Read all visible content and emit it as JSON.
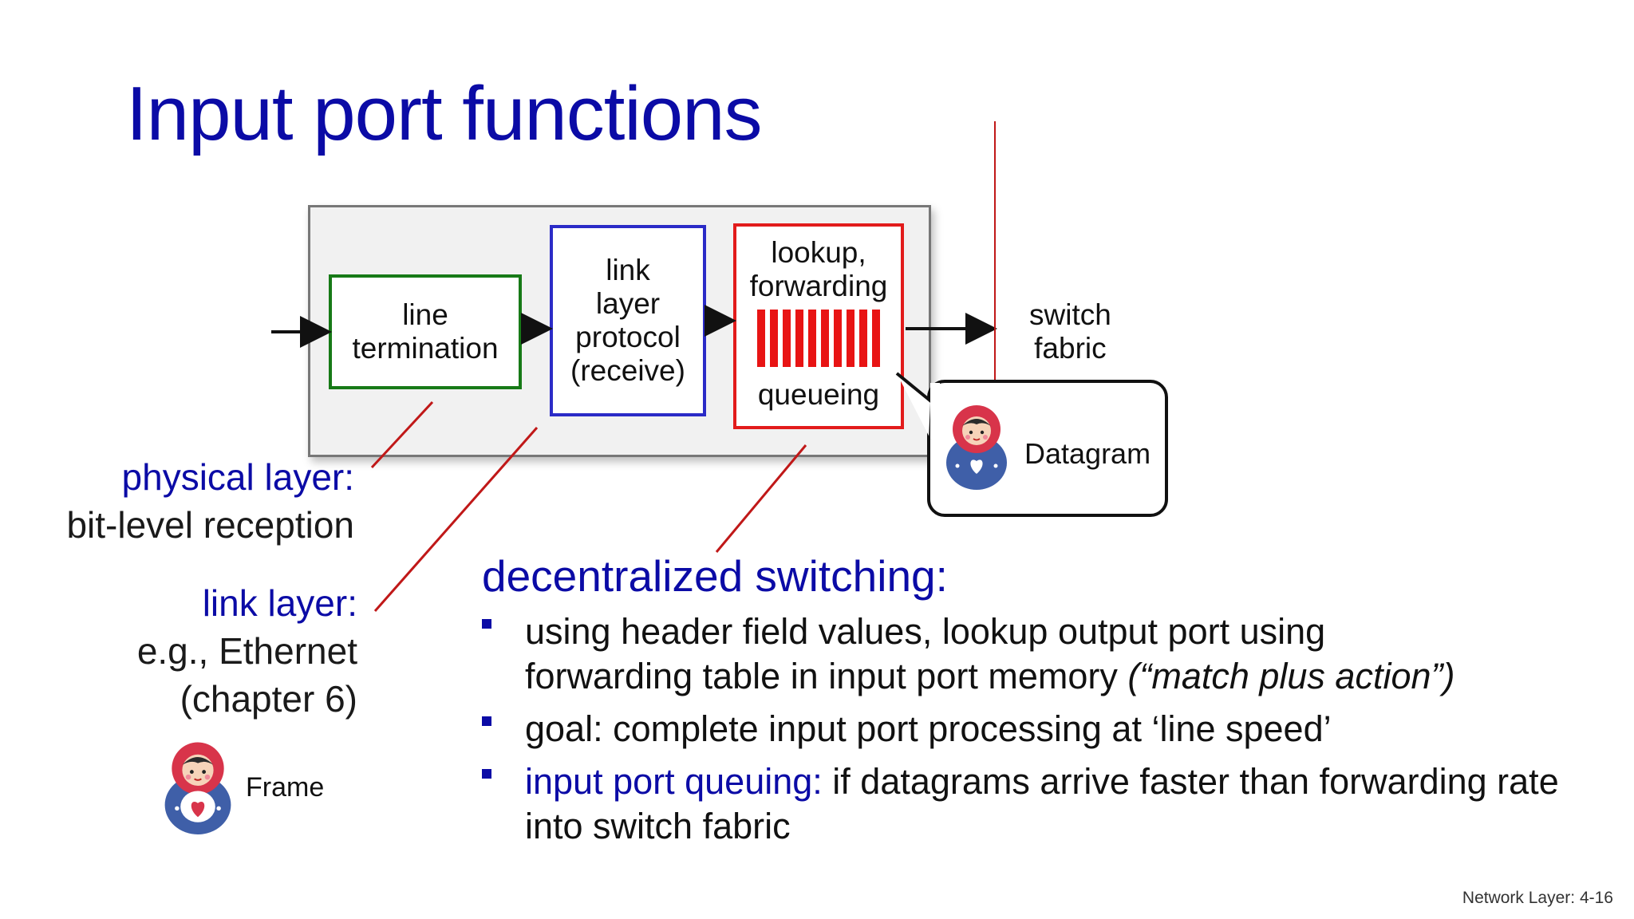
{
  "slide": {
    "title": "Input port functions",
    "footer": "Network Layer: 4-16"
  },
  "diagram": {
    "line_termination": [
      "line",
      "termination"
    ],
    "link_protocol": [
      "link",
      "layer",
      "protocol",
      "(receive)"
    ],
    "lookup": {
      "top": [
        "lookup,",
        "forwarding"
      ],
      "bottom": "queueing",
      "queue_bars": 10
    },
    "switch_fabric": [
      "switch",
      "fabric"
    ],
    "callout_label": "Datagram"
  },
  "left_labels": {
    "physical_heading": "physical layer:",
    "physical_desc": "bit-level reception",
    "link_heading": "link layer:",
    "link_desc1": "e.g., Ethernet",
    "link_desc2": "(chapter 6)",
    "frame_label": "Frame"
  },
  "content": {
    "heading": "decentralized switching:",
    "bullet1_line1": "using header field values, lookup output port using",
    "bullet1_line2_plain": "forwarding table in input port memory ",
    "bullet1_line2_italic": "(“match plus action”)",
    "bullet2": "goal: complete input port processing at ‘line speed’",
    "bullet3_blue": "input port queuing:",
    "bullet3_rest": " if datagrams arrive faster than forwarding rate into switch fabric"
  },
  "colors": {
    "title_blue": "#0b0ba6",
    "line_box": "#177a17",
    "link_box": "#2b2bc7",
    "lookup_box": "#e21b1b",
    "pointer_red": "#c01818"
  }
}
